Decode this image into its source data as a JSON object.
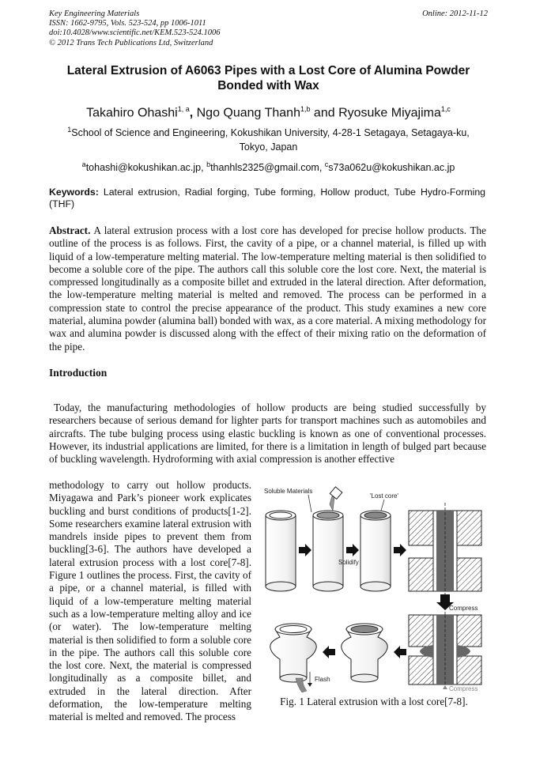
{
  "header": {
    "journal": "Key Engineering Materials",
    "issn": "ISSN: 1662-9795, Vols. 523-524, pp 1006-1011",
    "doi": "doi:10.4028/www.scientific.net/KEM.523-524.1006",
    "copyright": "© 2012 Trans Tech Publications Ltd, Switzerland",
    "online": "Online: 2012-11-12"
  },
  "title": "Lateral Extrusion of A6063 Pipes with a Lost Core of Alumina Powder Bonded with Wax",
  "authors": [
    {
      "name": "Takahiro Ohashi",
      "sup": "1, a"
    },
    {
      "name": "Ngo Quang Thanh",
      "sup": "1,b"
    },
    {
      "name": "Ryosuke Miyajima",
      "sup": "1,c"
    }
  ],
  "author_sep": ", ",
  "author_and": " and ",
  "affiliation": {
    "sup": "1",
    "line1": "School of Science and Engineering, Kokushikan University, 4-28-1 Setagaya, Setagaya-ku,",
    "line2": "Tokyo, Japan"
  },
  "emails": [
    {
      "sup": "a",
      "text": "tohashi@kokushikan.ac.jp"
    },
    {
      "sup": "b",
      "text": "thanhls2325@gmail.com"
    },
    {
      "sup": "c",
      "text": "s73a062u@kokushikan.ac.jp"
    }
  ],
  "keywords": {
    "label": "Keywords:",
    "text": "Lateral extrusion, Radial forging, Tube forming, Hollow product, Tube Hydro-Forming (THF)"
  },
  "abstract": {
    "label": "Abstract.",
    "text": "A lateral extrusion process with a lost core has developed for precise hollow products. The outline of the process is as follows. First, the cavity of a pipe, or a channel material, is filled up with liquid of a low-temperature melting material. The low-temperature melting material is then solidified to become a soluble core of the pipe. The authors call this soluble core the lost core. Next, the material is compressed longitudinally as a composite billet and extruded in the lateral direction. After deformation, the low-temperature melting material is melted and removed. The process can be performed in a compression state to control the precise appearance of the product. This study examines a new core material, alumina powder (alumina ball) bonded with wax, as a core material. A mixing methodology for wax and alumina powder is discussed along with the effect of their mixing ratio on the deformation of the pipe."
  },
  "introduction": {
    "heading": "Introduction",
    "p1": "Today, the manufacturing methodologies of hollow products are being studied successfully by researchers because of serious demand for lighter parts for transport machines such as automobiles and aircrafts. The tube bulging process using elastic buckling is known as one of conventional processes. However, its industrial applications are limited, for there is a limitation in length of bulged part because of buckling wavelength. Hydroforming with axial compression is another effective",
    "p2": "methodology to carry out hollow products. Miyagawa and Park’s pioneer work explicates buckling and burst conditions of products[1-2]. Some researchers examine lateral extrusion with mandrels inside pipes to prevent them from buckling[3-6]. The authors have developed a lateral extrusion process with a lost core[7-8]. Figure 1 outlines the process. First, the cavity of a pipe, or a channel material, is filled with liquid of a low-temperature melting material such as a low-temperature melting alloy and ice (or water). The low-temperature melting material is then solidified to form a soluble core in the pipe. The authors call this soluble core the lost core. Next, the material is compressed longitudinally as a composite billet, and extruded in the lateral direction. After deformation, the low-temperature melting material is melted and removed. The process"
  },
  "figure": {
    "labels": {
      "soluble": "Soluble Materials",
      "lostcore": "'Lost core'",
      "solidify": "Solidify",
      "compress_top": "Compress",
      "compress_bottom": "Compress",
      "flash": "Flash"
    },
    "caption": "Fig. 1 Lateral extrusion with a lost core[7-8]."
  }
}
